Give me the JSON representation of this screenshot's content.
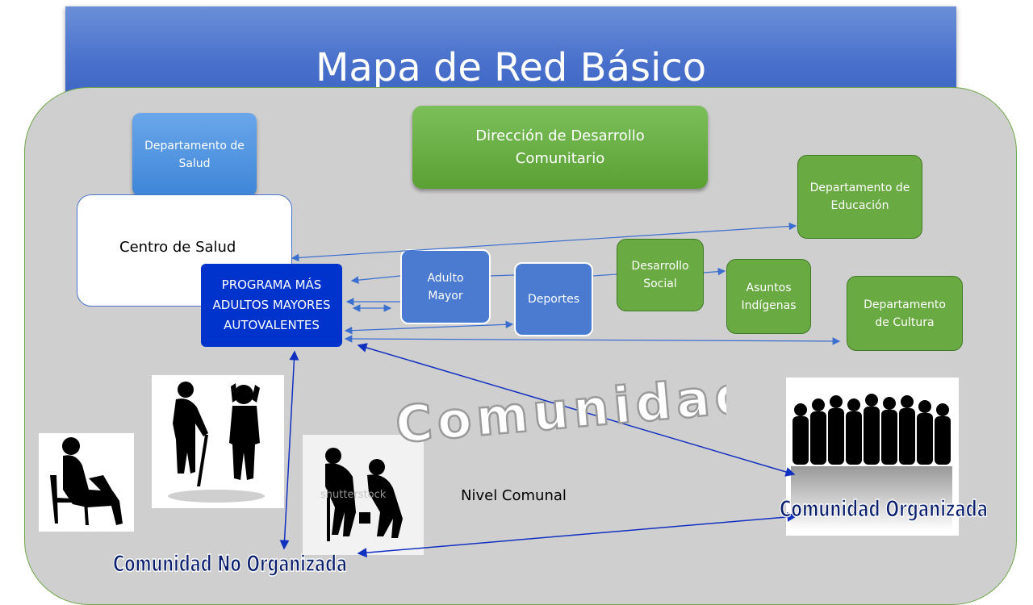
{
  "title": "Mapa de Red Básico",
  "nodes": {
    "depto_salud": "Departamento de Salud",
    "direccion": "Dirección de Desarrollo Comunitario",
    "depto_educacion": "Departamento de Educación",
    "centro_salud": "Centro de Salud",
    "programa": "PROGRAMA MÁS ADULTOS MAYORES AUTOVALENTES",
    "adulto_mayor": "Adulto Mayor",
    "deportes": "Deportes",
    "desarrollo_social": "Desarrollo Social",
    "asuntos_indigenas": "Asuntos Indígenas",
    "depto_cultura": "Departamento de Cultura"
  },
  "labels": {
    "comunidad": "Comunidad",
    "comunidad_organizada": "Comunidad Organizada",
    "comunidad_no_organizada": "Comunidad No Organizada",
    "nivel_comunal": "Nivel Comunal"
  },
  "watermark": "shutterstock",
  "colors": {
    "header": "#4a72cc",
    "panel": "#d0cfcf",
    "green": "#6aaa42",
    "dark_blue": "#0033cc",
    "arrow": "#3a6fd0",
    "arrow_dark": "#1030c0"
  }
}
